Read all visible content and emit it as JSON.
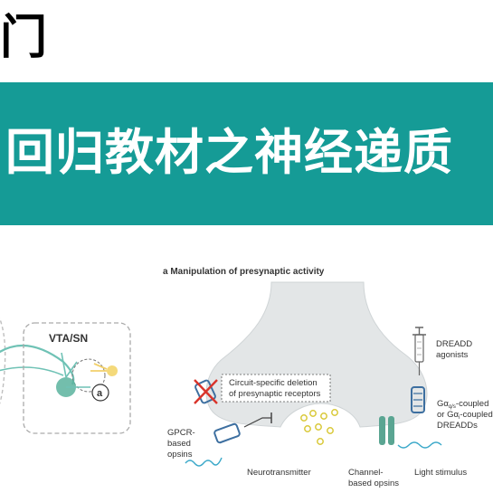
{
  "header": {
    "fragment": "门",
    "banner_title": "回归教材之神经递质"
  },
  "figure": {
    "panel_title": "a  Manipulation of presynaptic activity",
    "region_label": "VTA/SN",
    "inset_marker": "a",
    "deletion_label_line1": "Circuit-specific deletion",
    "deletion_label_line2": "of presynaptic receptors",
    "dreadd_agonists_line1": "DREADD",
    "dreadd_agonists_line2": "agonists",
    "gq_line1": "Gα",
    "gq_sub": "q/s",
    "gq_line1_suffix": "-coupled",
    "gi_line2": "or Gα",
    "gi_sub": "i",
    "gi_line2_suffix": "-coupled",
    "dreadds_line3": "DREADDs",
    "gpcr_line1": "GPCR-",
    "gpcr_line2": "based",
    "gpcr_line3": "opsins",
    "neurotransmitter": "Neurotransmitter",
    "channel_line1": "Channel-",
    "channel_line2": "based opsins",
    "light_stimulus": "Light stimulus"
  },
  "colors": {
    "banner": "#159b96",
    "terminal_fill": "#e3e6e7",
    "teal_lines": "#6fc2b5",
    "vesicle": "#d9c93a",
    "receptor_blue": "#3d6fa0",
    "opsin_green": "#5aa592",
    "cross_red": "#d9342b",
    "light_wave": "#3aa8c9"
  }
}
